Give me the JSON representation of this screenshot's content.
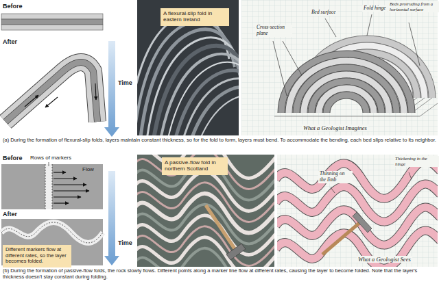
{
  "diagram": {
    "nodes": [
      {
        "text": [
          "A flexural-slip fold in eastern Ireland"
        ]
      },
      {
        "text": [
          "A passive-flow fold in northern Scotland"
        ]
      },
      {
        "text": [
          "Different markers flow at different rates, so the layer becomes folded."
        ]
      }
    ],
    "labels": [
      "Before",
      "After",
      "Time",
      "Bed surface",
      "Fold hinge",
      "Beds protruding from a horizontal surface",
      "Cross-section plane",
      "What a Geologist Imagines",
      "(a) During the formation of flexural-slip folds, layers maintain constant thickness, so for the fold to form, layers must bend. To accommodate the bending, each bed slips relative to its neighbor.",
      "Before",
      "Rows of markers",
      "Flow",
      "After",
      "Time",
      "Thickening in the hinge",
      "Thinning on the limb",
      "What a Geologist Sees",
      "(b) During the formation of passive-flow folds, the rock slowly flows. Different points along a marker line flow at different rates, causing the layer to become folded. Note that the layer's thickness doesn't stay constant during folding."
    ]
  }
}
